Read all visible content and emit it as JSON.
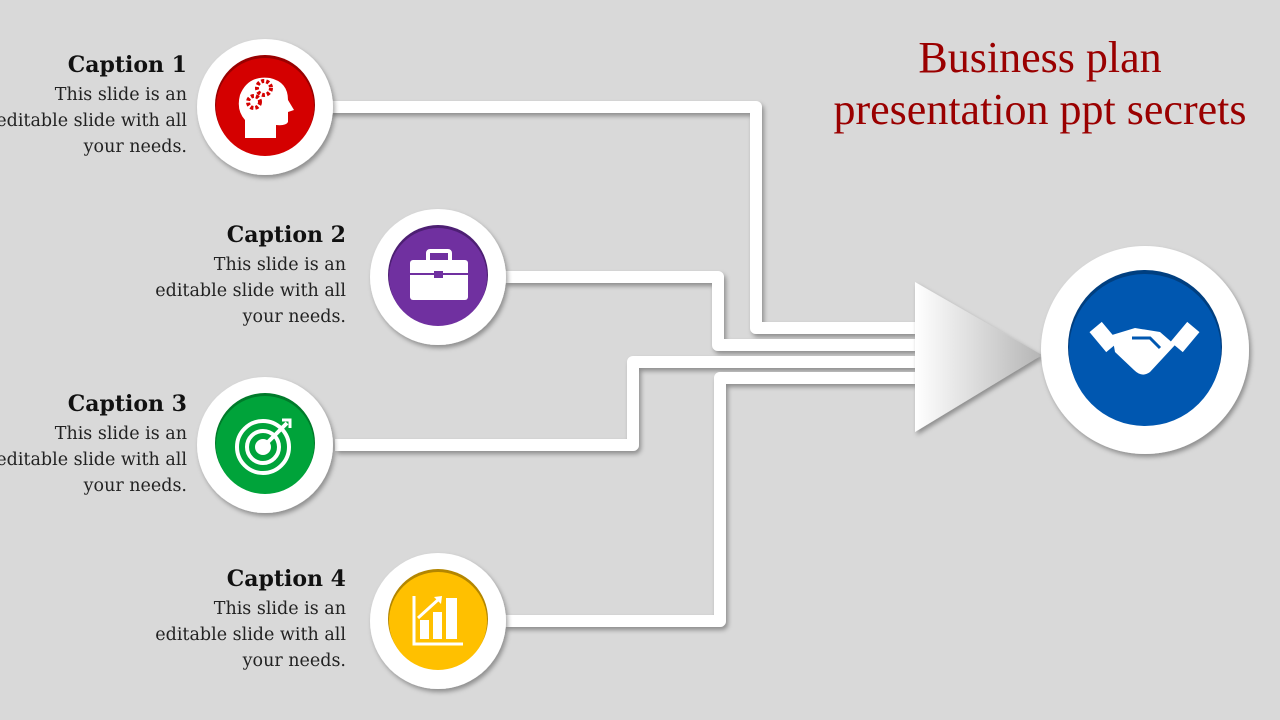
{
  "title": {
    "line1": "Business plan",
    "line2": "presentation ppt secrets"
  },
  "captions": [
    {
      "heading": "Caption 1",
      "text": "This slide is an editable slide with all your needs.",
      "color": "#d40000",
      "icon": "head-gears-icon"
    },
    {
      "heading": "Caption 2",
      "text": "This slide is an editable slide with all your needs.",
      "color": "#7030a0",
      "icon": "briefcase-icon"
    },
    {
      "heading": "Caption 3",
      "text": "This slide is an editable slide with all your needs.",
      "color": "#00a33a",
      "icon": "target-icon"
    },
    {
      "heading": "Caption 4",
      "text": "This slide is an editable slide with all your needs.",
      "color": "#ffc000",
      "icon": "bar-chart-growth-icon"
    }
  ],
  "center": {
    "color": "#0057b0",
    "icon": "handshake-icon"
  }
}
